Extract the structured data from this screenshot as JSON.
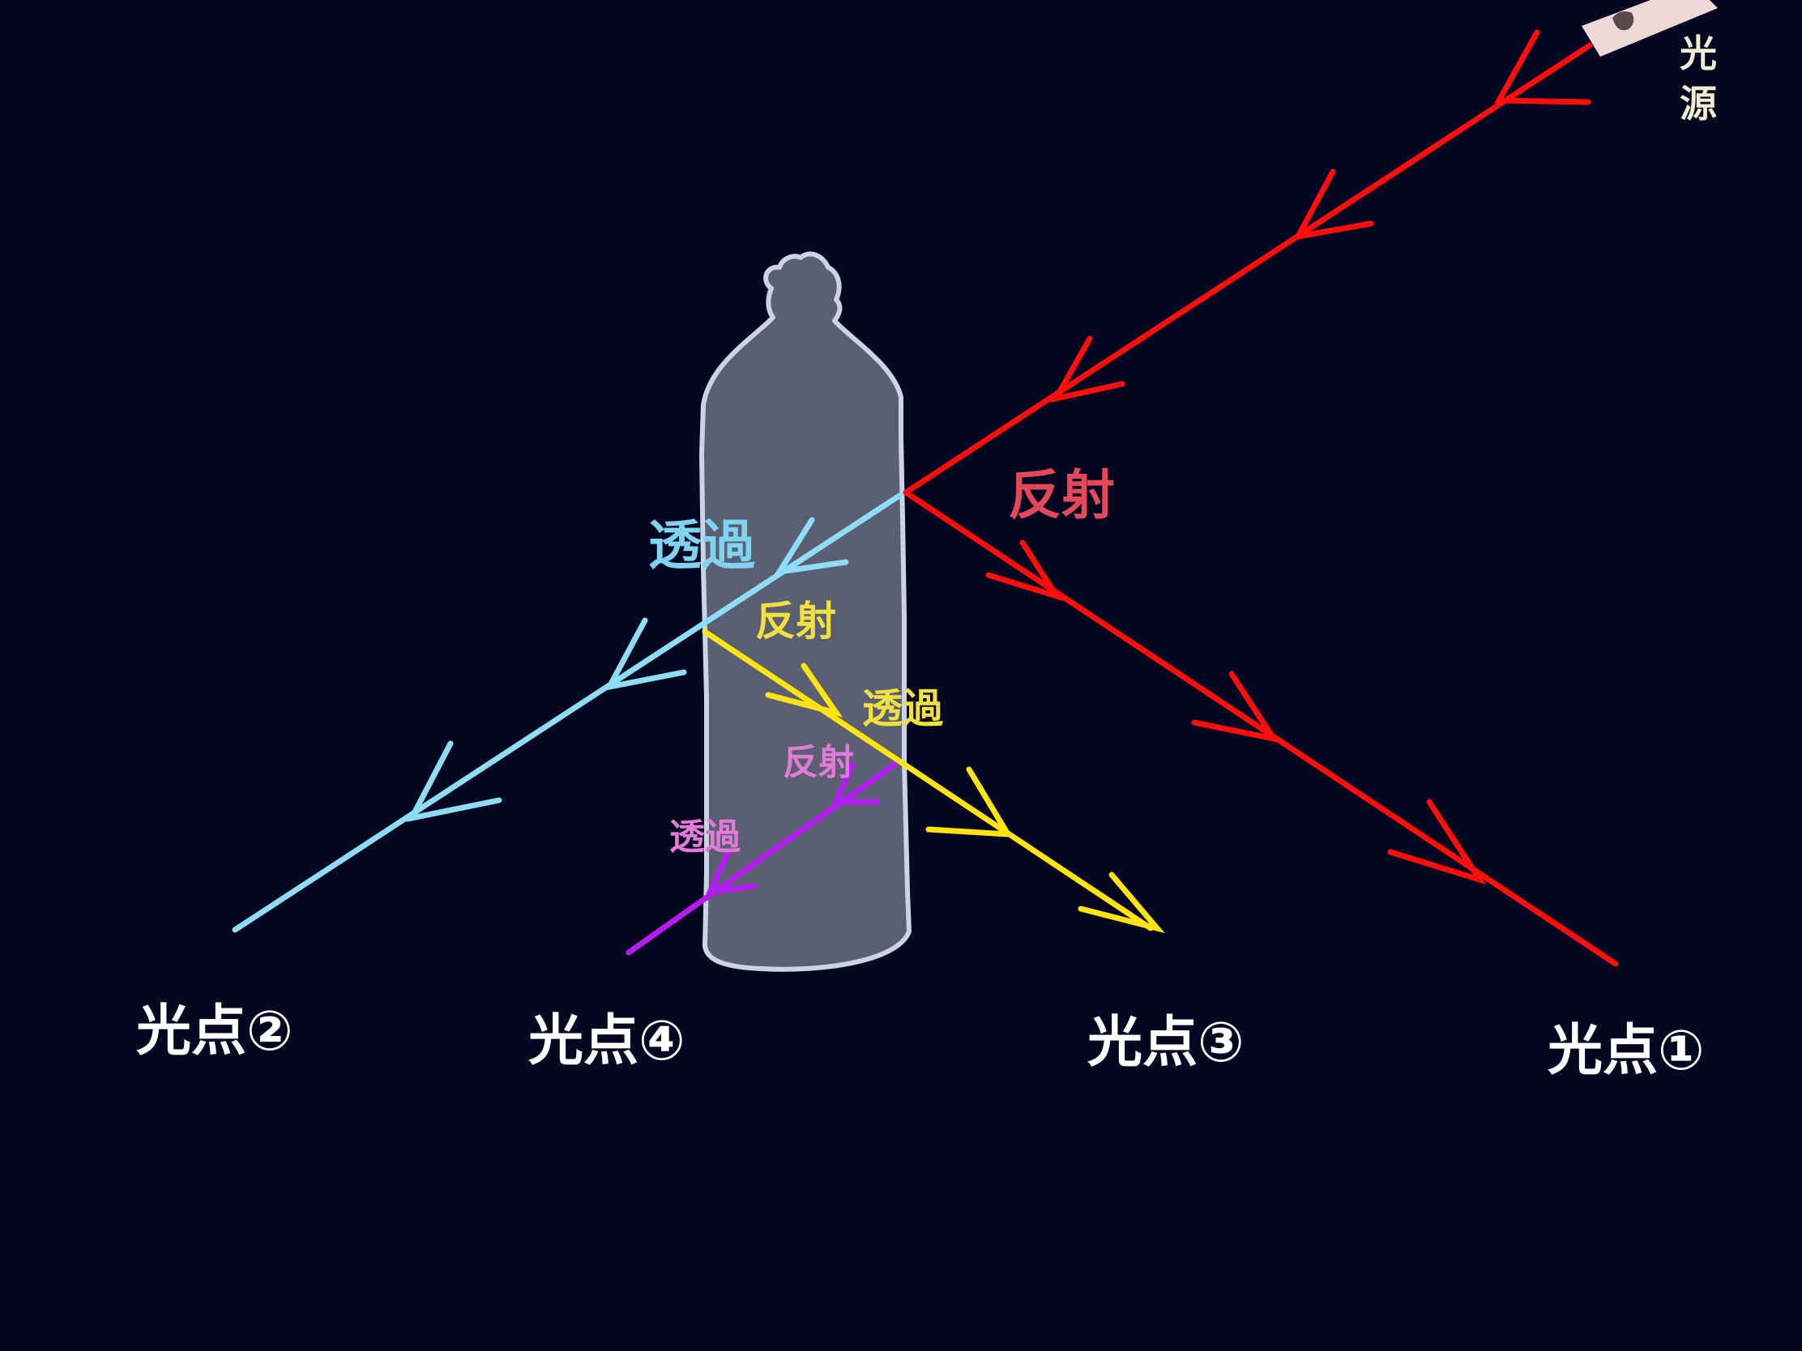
{
  "source_label_line1": "光",
  "source_label_line2": "源",
  "labels": {
    "red_reflect": "反射",
    "blue_transmit": "透過",
    "yellow_reflect": "反射",
    "yellow_transmit": "透過",
    "purple_reflect": "反射",
    "purple_transmit": "透過"
  },
  "spots": {
    "spot1": "光点①",
    "spot2": "光点②",
    "spot3": "光点③",
    "spot4": "光点④"
  },
  "colors": {
    "background": "#05061f",
    "red": "#ff0d0d",
    "blue": "#8fdcf7",
    "yellow": "#ffe412",
    "purple": "#b61bf2",
    "bottle_fill": "#5b5f72",
    "bottle_edge": "#c9d4e6",
    "red_label": "#e5485a",
    "blue_label": "#7fd3ee",
    "yellow_label": "#f0e040",
    "pink_label": "#e27ad8",
    "spot_text": "#ffffff"
  }
}
